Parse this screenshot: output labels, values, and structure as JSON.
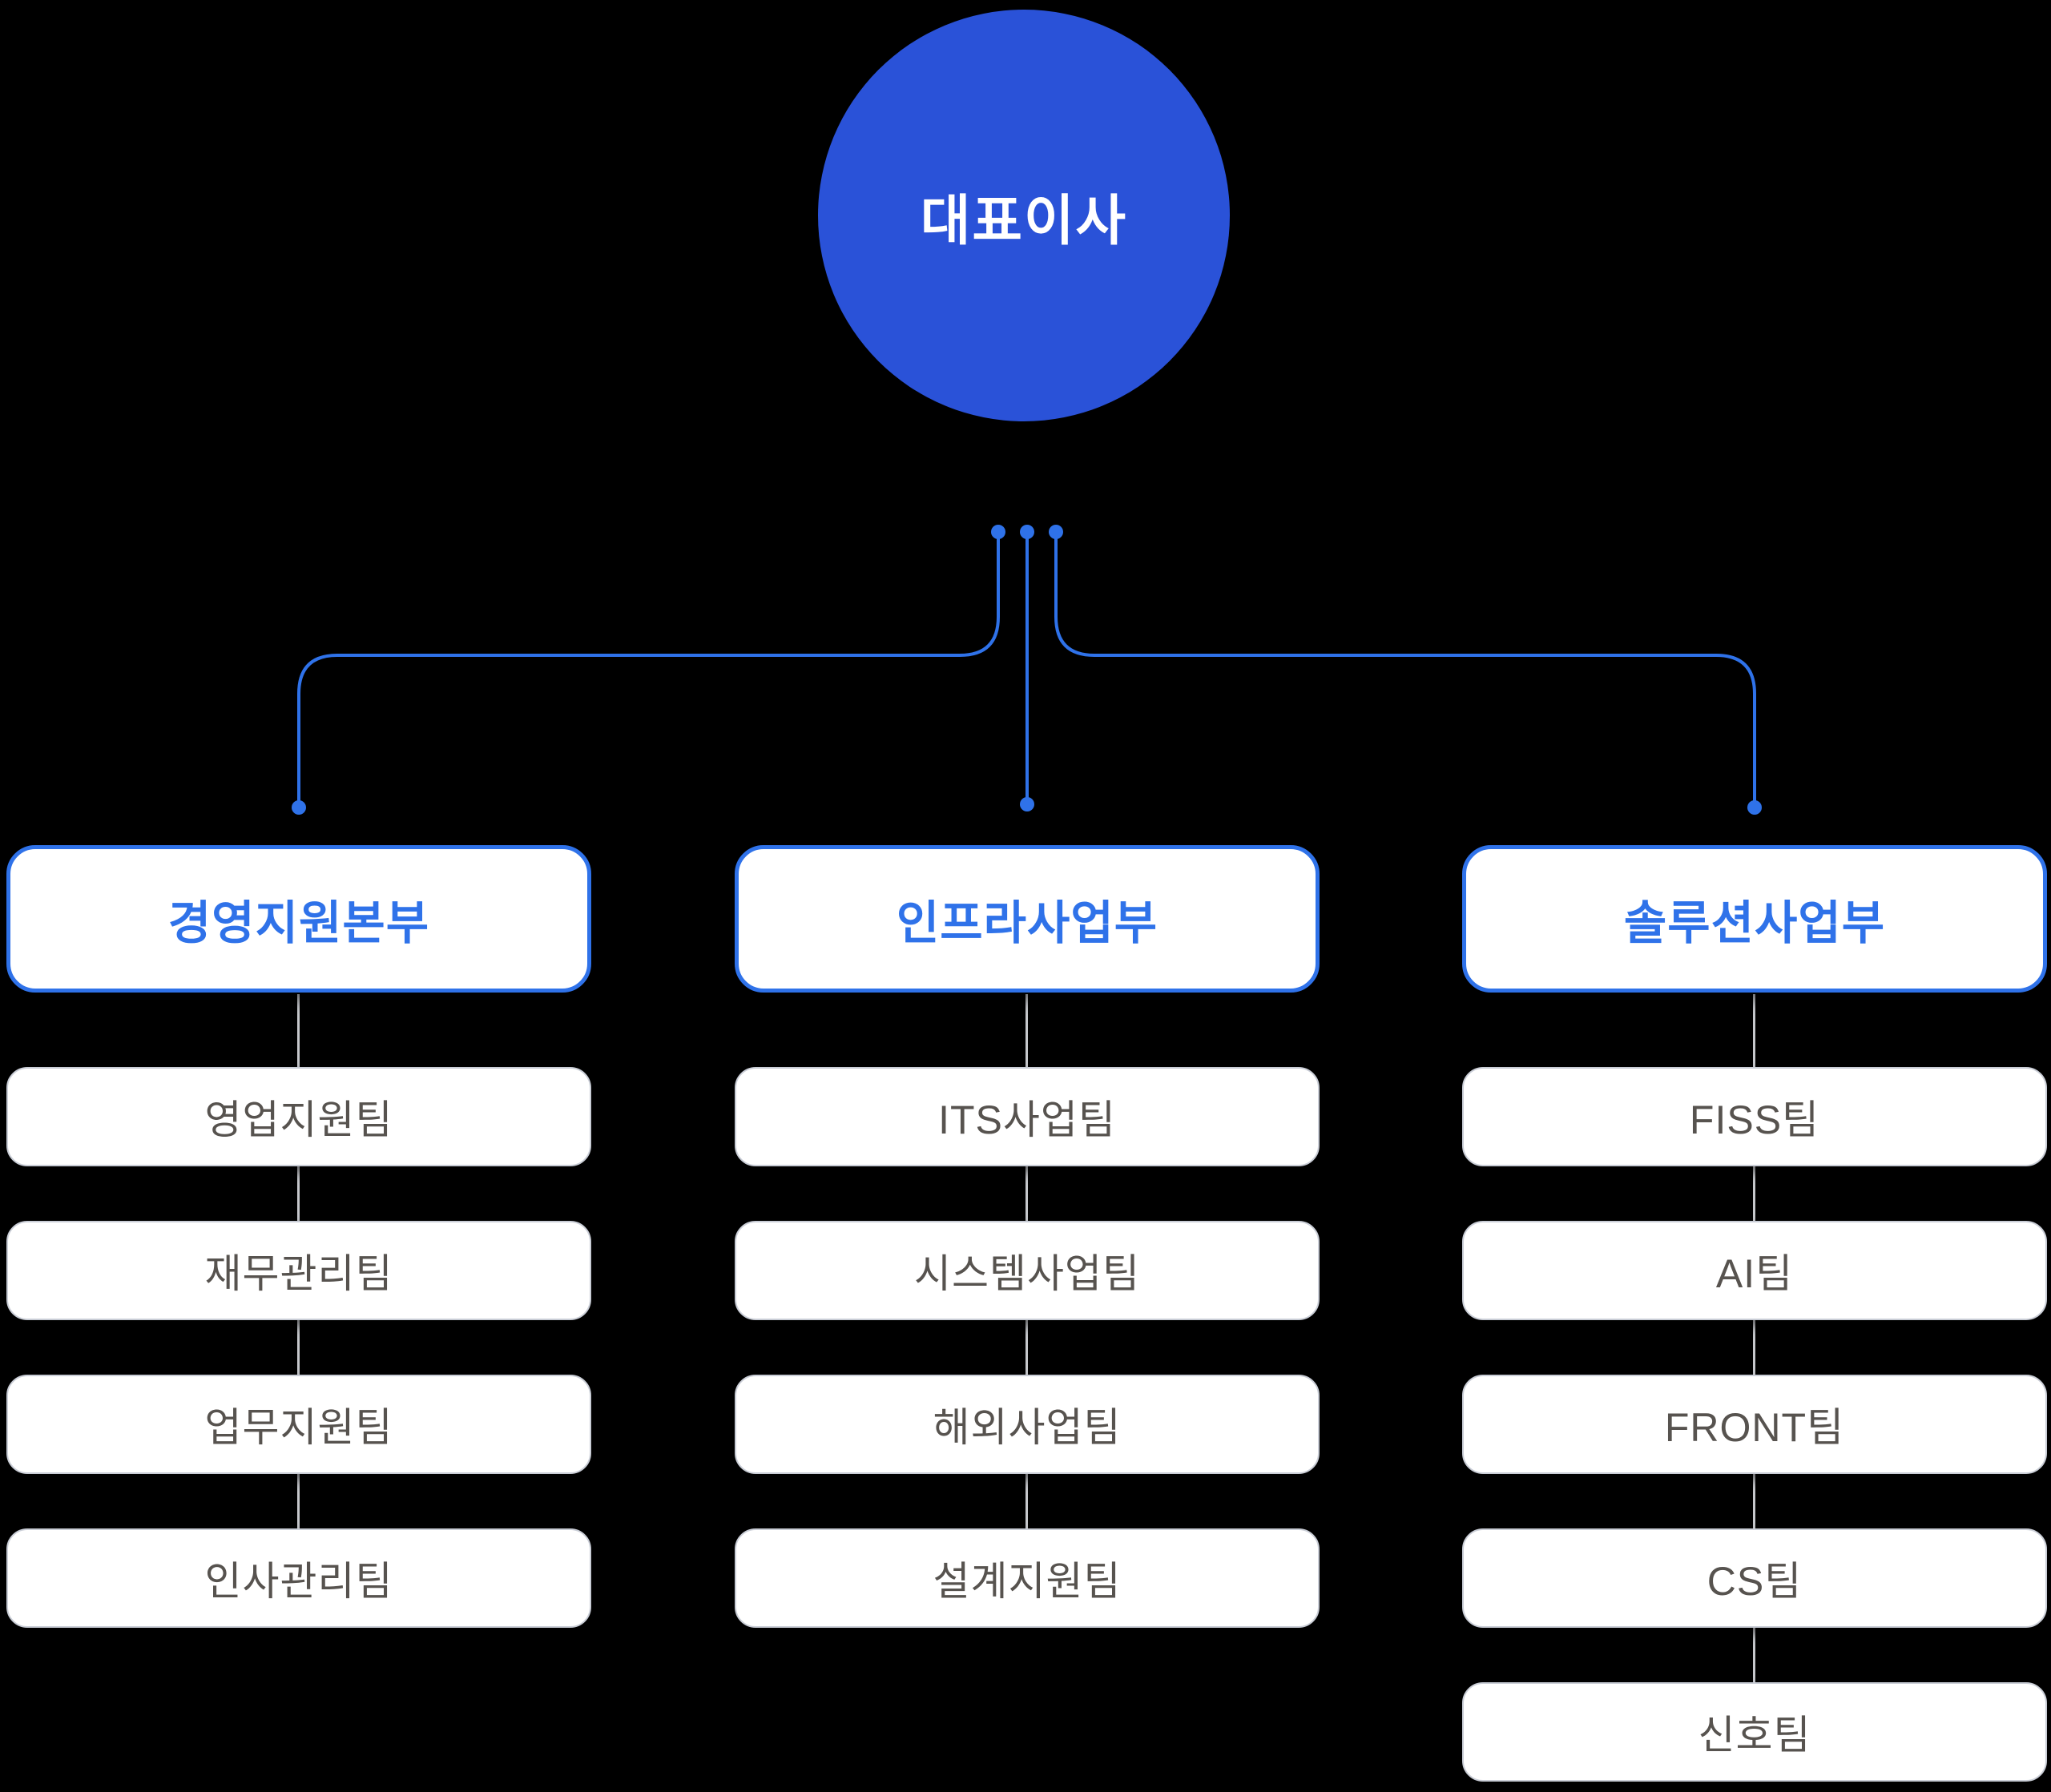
{
  "root": {
    "label": "대표이사"
  },
  "departments": [
    {
      "label": "경영지원본부",
      "teams": [
        "영업지원팀",
        "재무관리팀",
        "업무지원팀",
        "인사관리팀"
      ]
    },
    {
      "label": "인프라사업부",
      "teams": [
        "ITS사업팀",
        "시스템사업팀",
        "해외사업팀",
        "설계지원팀"
      ]
    },
    {
      "label": "솔루션사업부",
      "teams": [
        "FISS팀",
        "AI팀",
        "FRONT팀",
        "CS팀",
        "신호팀"
      ]
    }
  ],
  "colors": {
    "background": "#000000",
    "ceo_circle": "#2A52D8",
    "connector_blue": "#2F72E9",
    "department_accent": "#2F72E9",
    "team_border": "#C9CDD6",
    "team_text": "#57534F",
    "column_line": "#C6C8CC",
    "box_background": "#FFFFFF",
    "ceo_text": "#FFFFFF"
  }
}
